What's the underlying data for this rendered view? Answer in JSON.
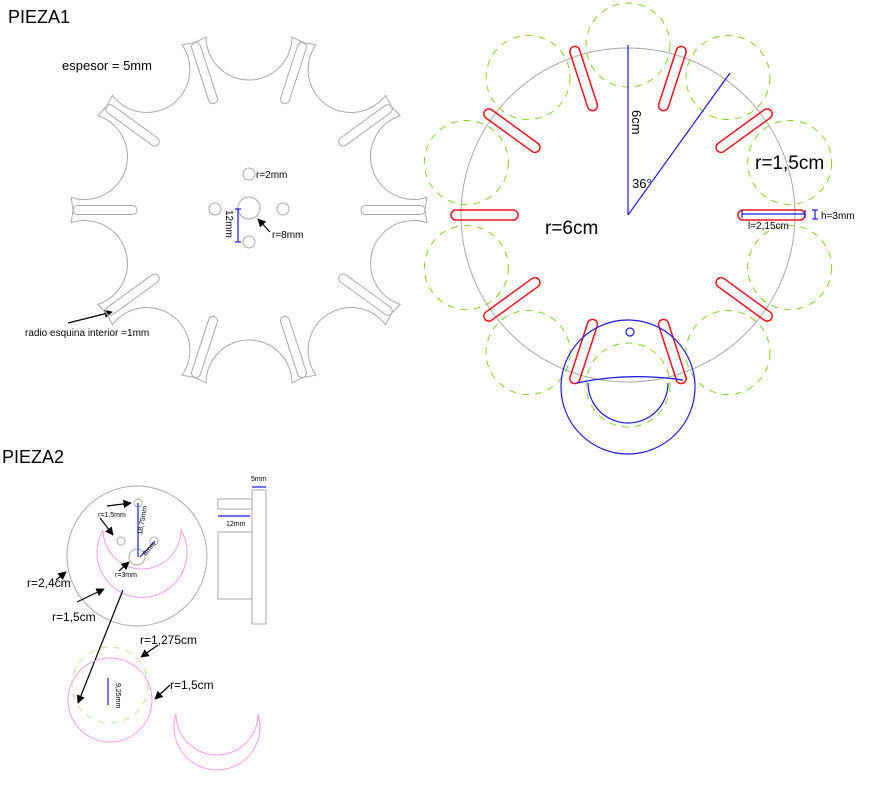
{
  "pieza1": {
    "title": "PIEZA1",
    "espesor": "espesor = 5mm",
    "r_small_hole": "r=2mm",
    "dist_12mm": "12mm",
    "r_center_hole": "r=8mm",
    "radio_esquina": "radio esquina interior =1mm",
    "height_6cm": "6cm",
    "angle": "36°",
    "r_main": "r=6cm",
    "r_notch": "r=1,5cm",
    "slot_h": "h=3mm",
    "slot_l": "l=2,15cm"
  },
  "pieza2": {
    "title": "PIEZA2",
    "thickness": "5mm",
    "width": "12mm",
    "r_hole_small": "r=1,5mm",
    "dist_18": "18,75mm",
    "dist_8": "8mm",
    "r_hole_center": "r=3mm",
    "r_outer": "r=2,4cm",
    "r_crescent": "r=1,5cm",
    "r_inner_cut": "r=1,275cm",
    "r_circle": "r=1,5cm",
    "dist_9": "9,25mm"
  },
  "colors": {
    "slot": "#e8141c",
    "guide": "#7ed321",
    "dimension": "#1a1adf",
    "crescent": "#f29af0",
    "outline": "#a8a8a8"
  }
}
